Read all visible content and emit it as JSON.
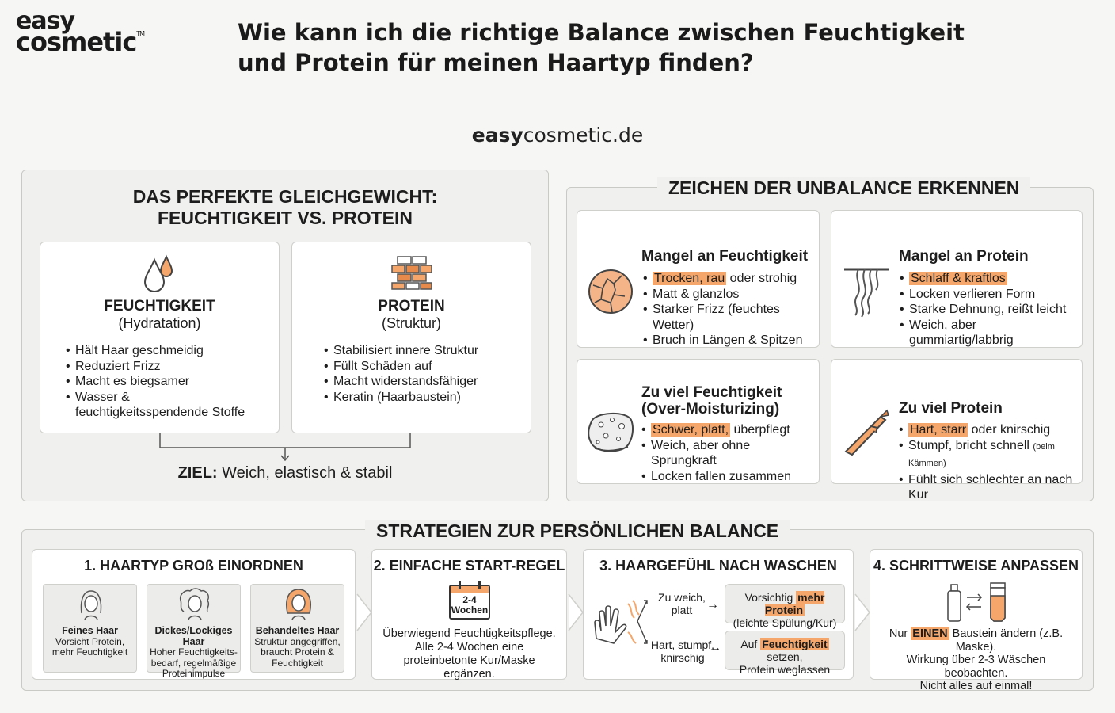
{
  "brand": {
    "logo_line1": "easy",
    "logo_line2": "cosmetic",
    "logo_tm": "TM",
    "site_bold": "easy",
    "site_rest": "cosmetic.de"
  },
  "headline": "Wie kann ich die richtige Balance zwischen Feuchtigkeit und Protein für meinen Haartyp finden?",
  "balance": {
    "title_line1": "DAS PERFEKTE GLEICHGEWICHT:",
    "title_line2": "FEUCHTIGKEIT VS. PROTEIN",
    "moisture": {
      "title": "FEUCHTIGKEIT",
      "subtitle": "(Hydratation)",
      "items": [
        "Hält Haar geschmeidig",
        "Reduziert Frizz",
        "Macht es biegsamer",
        "Wasser & feuchtigkeitsspendende Stoffe"
      ]
    },
    "protein": {
      "title": "PROTEIN",
      "subtitle": "(Struktur)",
      "items": [
        "Stabilisiert innere Struktur",
        "Füllt Schäden auf",
        "Macht widerstandsfähiger",
        "Keratin (Haarbaustein)"
      ]
    },
    "goal_label": "ZIEL:",
    "goal_text": " Weich, elastisch & stabil"
  },
  "signs": {
    "title": "ZEICHEN DER UNBALANCE ERKENNEN",
    "lack_moisture": {
      "title": "Mangel an Feuchtigkeit",
      "hl": "Trocken, rau",
      "first_rest": " oder strohig",
      "items": [
        "Matt & glanzlos",
        "Starker Frizz (feuchtes Wetter)",
        "Bruch in Längen & Spitzen"
      ]
    },
    "lack_protein": {
      "title": "Mangel an Protein",
      "hl": "Schlaff & kraftlos",
      "first_rest": "",
      "items": [
        "Locken verlieren Form",
        "Starke Dehnung, reißt leicht",
        "Weich, aber gummiartig/labbrig"
      ]
    },
    "too_moisture": {
      "title_line1": "Zu viel Feuchtigkeit",
      "title_line2": "(Over-Moisturizing)",
      "hl": "Schwer, platt,",
      "first_rest": " überpflegt",
      "items": [
        "Weich, aber ohne Sprungkraft",
        "Locken fallen zusammen"
      ]
    },
    "too_protein": {
      "title": "Zu viel Protein",
      "hl": "Hart, starr",
      "first_rest": " oder knirschig",
      "item2_main": "Stumpf, bricht schnell ",
      "item2_small": "(beim Kämmen)",
      "item3": "Fühlt sich schlechter an nach Kur"
    }
  },
  "strategies": {
    "title": "STRATEGIEN ZUR PERSÖNLICHEN BALANCE",
    "step1": {
      "title": "1. HAARTYP GROß EINORDNEN",
      "types": [
        {
          "name": "Feines Haar",
          "desc": "Vorsicht Protein, mehr Feuchtigkeit"
        },
        {
          "name": "Dickes/Lockiges Haar",
          "desc": "Hoher Feuchtigkeits-bedarf, regelmäßige Proteinimpulse"
        },
        {
          "name": "Behandeltes Haar",
          "desc": "Struktur angegriffen, braucht Protein & Feuchtigkeit"
        }
      ]
    },
    "step2": {
      "title": "2. EINFACHE START-REGEL",
      "cal_line1": "2-4",
      "cal_line2": "Wochen",
      "text": "Überwiegend Feuchtigkeitspflege. Alle 2-4 Wochen eine proteinbetonte Kur/Maske ergänzen."
    },
    "step3": {
      "title": "3. HAARGEFÜHL NACH WASCHEN",
      "case1_label": "Zu weich, platt",
      "case1_pre": "Vorsichtig ",
      "case1_hl": "mehr Protein",
      "case1_post": "(leichte Spülung/Kur)",
      "case2_label": "Hart, stumpf, knirschig",
      "case2_pre": "Auf ",
      "case2_hl": "Feuchtigkeit",
      "case2_post": " setzen,",
      "case2_line2": "Protein weglassen"
    },
    "step4": {
      "title": "4. SCHRITTWEISE ANPASSEN",
      "text_pre": "Nur ",
      "text_hl": "EINEN",
      "text_post": " Baustein ändern (z.B. Maske).",
      "text_line2": "Wirkung über 2-3 Wäschen beobachten.",
      "text_line3": "Nicht alles auf einmal!"
    }
  },
  "colors": {
    "accent": "#f5a66a",
    "accent_dark": "#e58a4a",
    "panel_bg": "#f0f0ee",
    "border": "#c9c9c6"
  }
}
